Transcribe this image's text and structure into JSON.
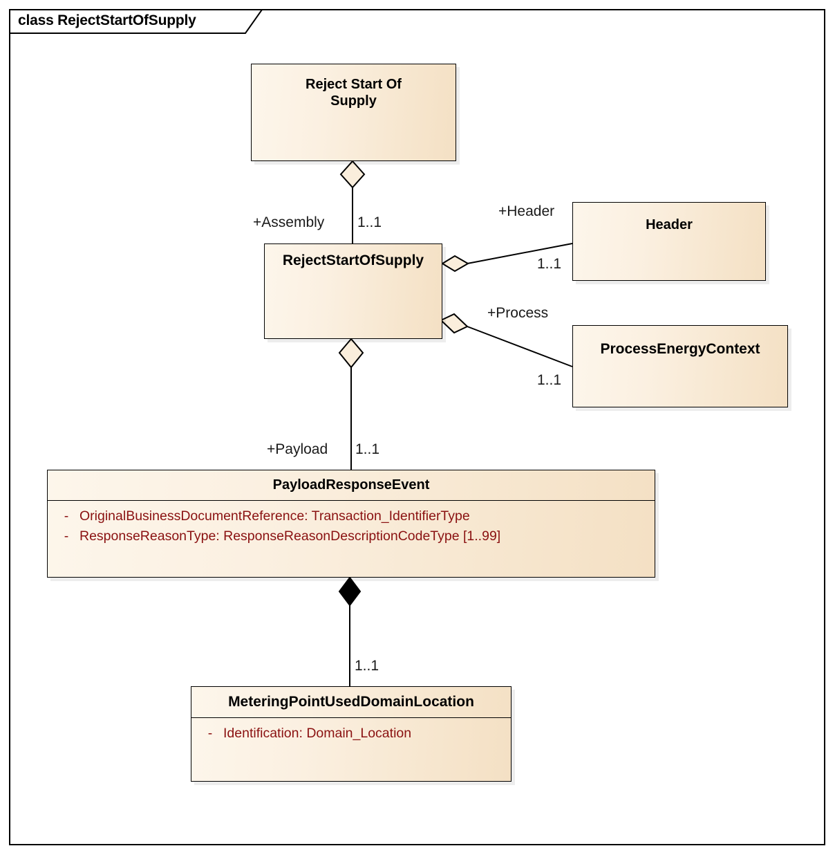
{
  "frame": {
    "title": "class RejectStartOfSupply",
    "keyword": "class",
    "name": "RejectStartOfSupply"
  },
  "palette": {
    "class_fill_light": "#fdf6eb",
    "class_fill_dark": "#f4e0c4",
    "border": "#000000",
    "attribute_text": "#8a1111",
    "label_text": "#1a1a1a",
    "diamond_fill": "#faeedc"
  },
  "classes": [
    {
      "id": "reject-start-of-supply-assembly",
      "name": "Reject Start Of\nSupply",
      "attributes": []
    },
    {
      "id": "reject-start-of-supply",
      "name": "RejectStartOfSupply",
      "attributes": []
    },
    {
      "id": "header",
      "name": "Header",
      "attributes": []
    },
    {
      "id": "process-energy-context",
      "name": "ProcessEnergyContext",
      "attributes": []
    },
    {
      "id": "payload-response-event",
      "name": "PayloadResponseEvent",
      "attributes": [
        {
          "visibility": "-",
          "text": "OriginalBusinessDocumentReference: Transaction_IdentifierType"
        },
        {
          "visibility": "-",
          "text": "ResponseReasonType: ResponseReasonDescriptionCodeType [1..99]"
        }
      ]
    },
    {
      "id": "metering-point-used-domain-location",
      "name": "MeteringPointUsedDomainLocation",
      "attributes": [
        {
          "visibility": "-",
          "text": "Identification: Domain_Location"
        }
      ]
    }
  ],
  "relationships": [
    {
      "id": "assembly",
      "type": "aggregation",
      "from": "reject-start-of-supply-assembly",
      "to": "reject-start-of-supply",
      "role": "+Assembly",
      "multiplicity": "1..1"
    },
    {
      "id": "header-rel",
      "type": "aggregation",
      "from": "reject-start-of-supply",
      "to": "header",
      "role": "+Header",
      "multiplicity": "1..1"
    },
    {
      "id": "process-rel",
      "type": "aggregation",
      "from": "reject-start-of-supply",
      "to": "process-energy-context",
      "role": "+Process",
      "multiplicity": "1..1"
    },
    {
      "id": "payload-rel",
      "type": "aggregation",
      "from": "reject-start-of-supply",
      "to": "payload-response-event",
      "role": "+Payload",
      "multiplicity": "1..1"
    },
    {
      "id": "metering-point-rel",
      "type": "composition",
      "from": "payload-response-event",
      "to": "metering-point-used-domain-location",
      "role": "",
      "multiplicity": "1..1"
    }
  ]
}
